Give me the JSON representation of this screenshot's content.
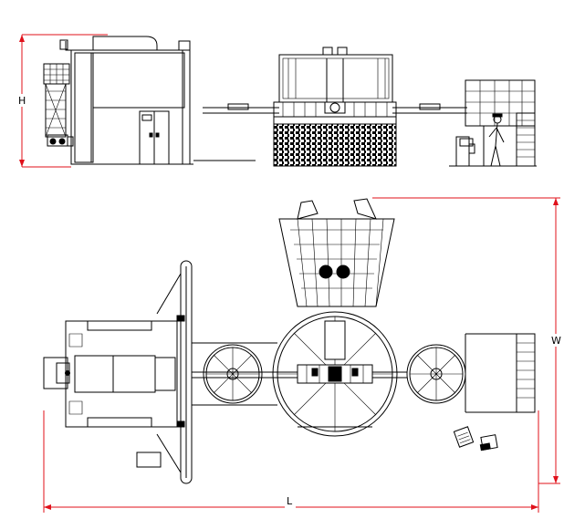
{
  "dimensions": {
    "height_label": "H",
    "width_label": "W",
    "length_label": "L",
    "line_color": "#e0101a"
  }
}
